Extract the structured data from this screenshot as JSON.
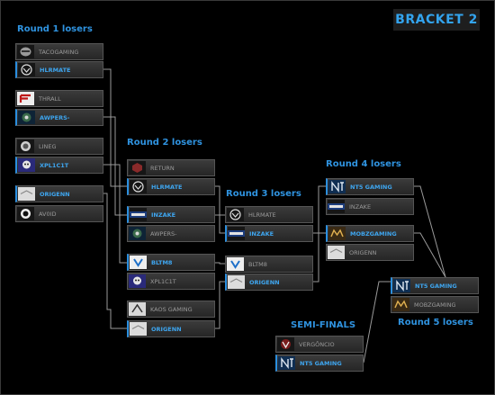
{
  "bracket_title": "BRACKET 2",
  "rounds": {
    "r1": "Round 1 losers",
    "r2": "Round 2 losers",
    "r3": "Round 3 losers",
    "r4": "Round 4 losers",
    "r5": "Round 5 losers",
    "semi": "SEMI-FINALS"
  },
  "round1": [
    {
      "top": {
        "name": "TACOGAMING"
      },
      "bottom": {
        "name": "HLRMATE"
      }
    },
    {
      "top": {
        "name": "THRALL"
      },
      "bottom": {
        "name": "AWPERS-"
      }
    },
    {
      "top": {
        "name": "LINEG"
      },
      "bottom": {
        "name": "XPL1C1T"
      }
    },
    {
      "top": {
        "name": "ORIGENN"
      },
      "bottom": {
        "name": "AV0ID"
      }
    }
  ],
  "round2": [
    {
      "top": {
        "name": "RETURN"
      },
      "bottom": {
        "name": "HLRMATE"
      }
    },
    {
      "top": {
        "name": "INZAKE"
      },
      "bottom": {
        "name": "AWPERS-"
      }
    },
    {
      "top": {
        "name": "BLTM8"
      },
      "bottom": {
        "name": "XPL1C1T"
      }
    },
    {
      "top": {
        "name": "KAOS GAMING"
      },
      "bottom": {
        "name": "ORIGENN"
      }
    }
  ],
  "round3": [
    {
      "top": {
        "name": "HLRMATE"
      },
      "bottom": {
        "name": "INZAKE"
      }
    },
    {
      "top": {
        "name": "BLTM8"
      },
      "bottom": {
        "name": "ORIGENN"
      }
    }
  ],
  "round4": [
    {
      "top": {
        "name": "NT5 GAMING"
      },
      "bottom": {
        "name": "INZAKE"
      }
    },
    {
      "top": {
        "name": "MOBZGAMING"
      },
      "bottom": {
        "name": "ORIGENN"
      }
    }
  ],
  "round5": [
    {
      "top": {
        "name": "NT5 GAMING"
      },
      "bottom": {
        "name": "MOBZGAMING"
      }
    }
  ],
  "semifinal": [
    {
      "top": {
        "name": "VERGÔNCIO"
      },
      "bottom": {
        "name": "NT5 GAMING"
      }
    }
  ]
}
